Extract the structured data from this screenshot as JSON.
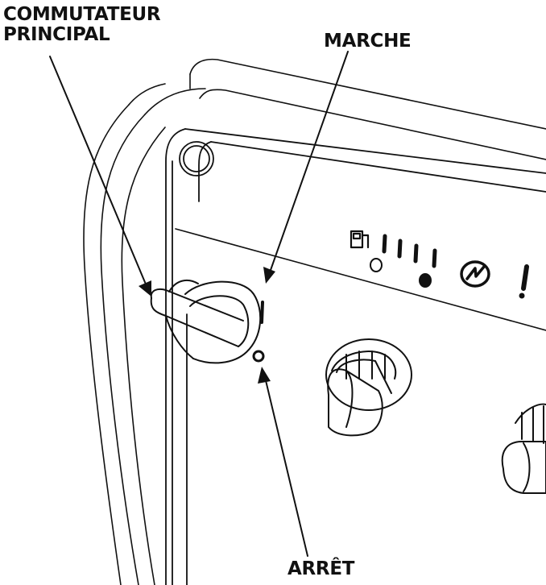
{
  "callouts": {
    "main_switch_line1": "COMMUTATEUR",
    "main_switch_line2": "PRINCIPAL",
    "on": "MARCHE",
    "off": "ARRÊT"
  },
  "panel": {
    "switch_on_mark": "I",
    "switch_off_mark": "O"
  },
  "icons": {
    "fuel": "fuel-pump-icon",
    "output": "output-indicator-icon",
    "overload": "overload-warning-icon"
  },
  "colors": {
    "ink": "#111111",
    "paper": "#ffffff"
  }
}
